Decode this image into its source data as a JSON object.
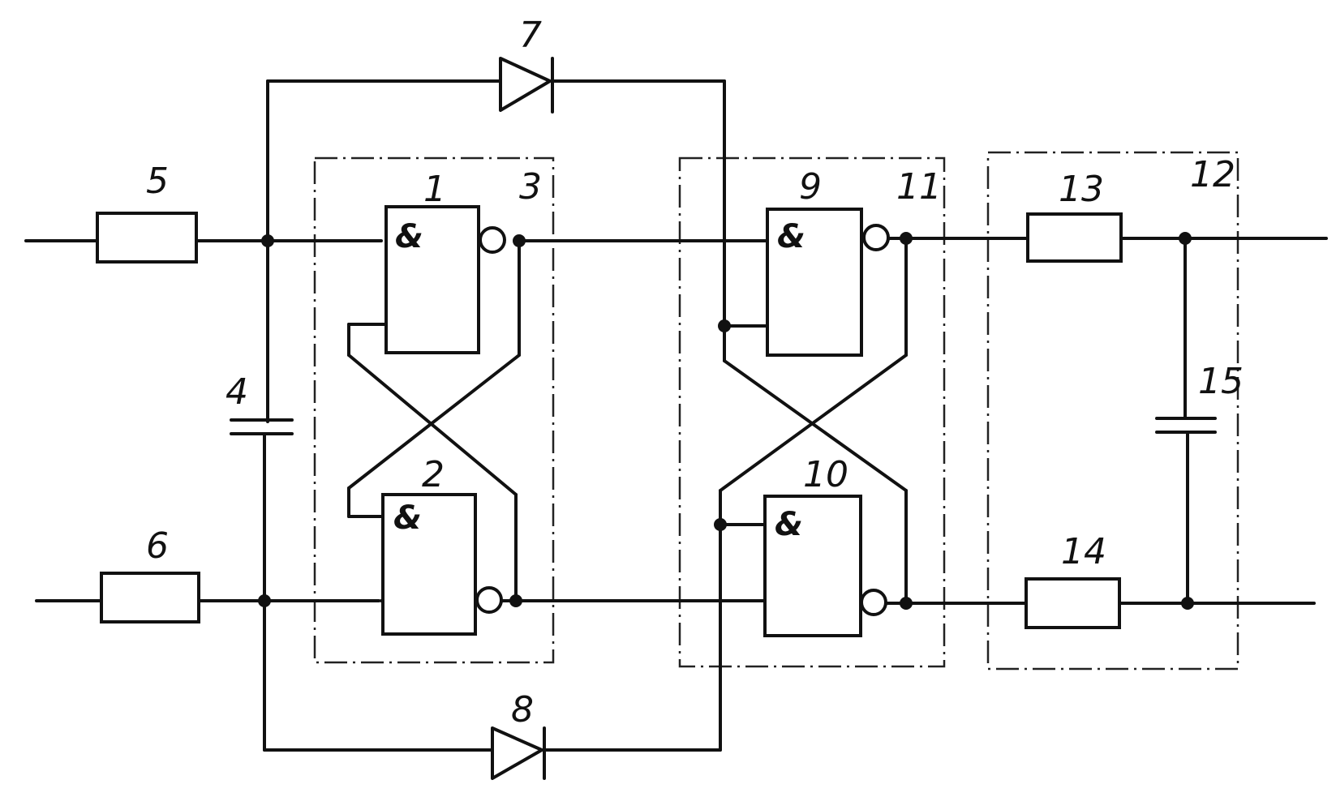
{
  "labels": {
    "gate_1": "1",
    "gate_2": "2",
    "block_3": "3",
    "capacitor_4": "4",
    "resistor_5": "5",
    "resistor_6": "6",
    "diode_7": "7",
    "diode_8": "8",
    "gate_9": "9",
    "gate_10": "10",
    "block_11": "11",
    "block_12": "12",
    "resistor_13": "13",
    "resistor_14": "14",
    "capacitor_15": "15"
  },
  "gate_symbol": "&",
  "colors": {
    "ink": "#111111",
    "background": "#ffffff"
  }
}
